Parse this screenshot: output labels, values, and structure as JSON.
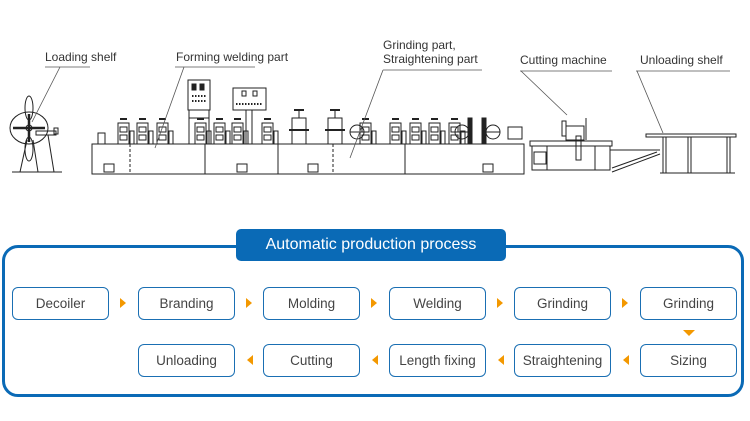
{
  "drawing": {
    "labels": {
      "loading_shelf": "Loading shelf",
      "forming_welding": "Forming welding part",
      "grinding_line1": "Grinding part,",
      "grinding_line2": "Straightening part",
      "cutting_machine": "Cutting machine",
      "unloading_shelf": "Unloading shelf"
    }
  },
  "process": {
    "title": "Automatic production process",
    "row1": [
      "Decoiler",
      "Branding",
      "Molding",
      "Welding",
      "Grinding",
      "Grinding"
    ],
    "row2": [
      "Unloading",
      "Cutting",
      "Length fixing",
      "Straightening",
      "Sizing"
    ],
    "colors": {
      "frame": "#0a6ab6",
      "arrow": "#f39800",
      "text": "#444444"
    }
  }
}
